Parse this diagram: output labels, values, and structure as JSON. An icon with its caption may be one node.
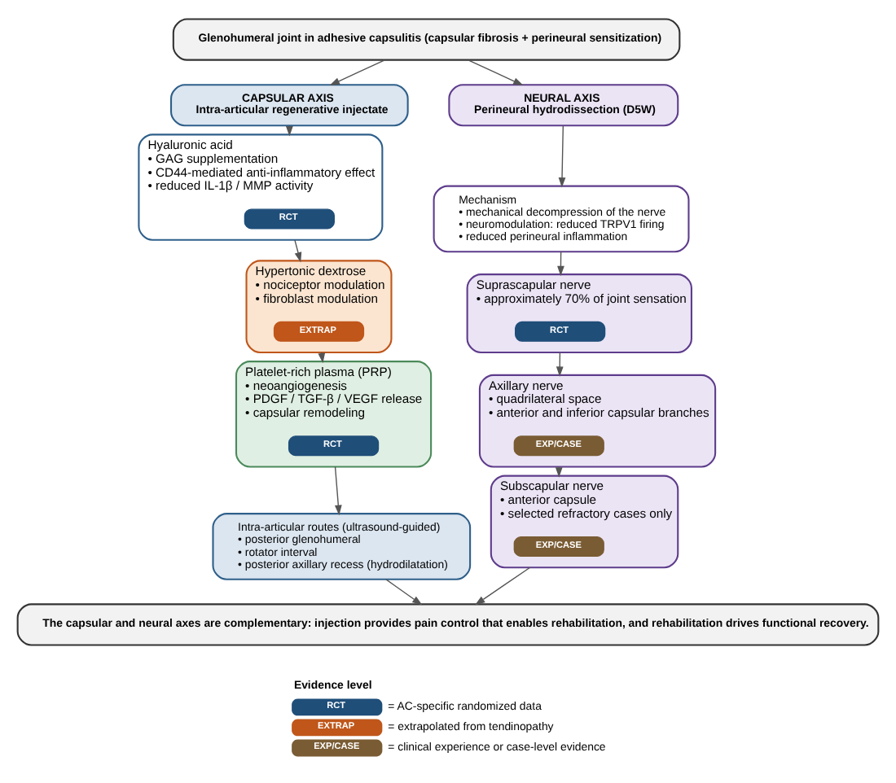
{
  "diagram": {
    "nodes": [
      {
        "text": [
          "Glenohumeral joint in adhesive capsulitis (capsular fibrosis + perineural sensitization)"
        ]
      },
      {
        "text": [
          "CAPSULAR AXIS",
          "Intra-articular regenerative injectate"
        ]
      },
      {
        "text": [
          "Hyaluronic acid",
          "• GAG supplementation",
          "• CD44-mediated anti-inflammatory effect",
          "• reduced IL-1β / MMP activity"
        ]
      },
      {
        "text": [
          "RCT"
        ],
        "in": 2
      },
      {
        "text": [
          "Hypertonic dextrose",
          "• nociceptor modulation",
          "• fibroblast modulation"
        ]
      },
      {
        "text": [
          "EXTRAP"
        ],
        "in": 4
      },
      {
        "text": [
          "Platelet-rich plasma (PRP)",
          "• neoangiogenesis",
          "• PDGF / TGF-β / VEGF release",
          "• capsular remodeling"
        ]
      },
      {
        "text": [
          "RCT"
        ],
        "in": 6
      },
      {
        "text": [
          "Intra-articular routes (ultrasound-guided)",
          "• posterior glenohumeral",
          "• rotator interval",
          "• posterior axillary recess (hydrodilatation)"
        ]
      },
      {
        "text": [
          "NEURAL AXIS",
          "Perineural hydrodissection (D5W)"
        ]
      },
      {
        "text": [
          "Mechanism",
          "• mechanical decompression of the nerve",
          "• neuromodulation: reduced TRPV1 firing",
          "• reduced perineural inflammation"
        ]
      },
      {
        "text": [
          "Suprascapular nerve",
          "• approximately 70% of joint sensation"
        ]
      },
      {
        "text": [
          "RCT"
        ],
        "in": 11
      },
      {
        "text": [
          "Axillary nerve",
          "• quadrilateral space",
          "• anterior and inferior capsular branches"
        ]
      },
      {
        "text": [
          "EXP/CASE"
        ],
        "in": 13
      },
      {
        "text": [
          "Subscapular nerve",
          "• anterior capsule",
          "• selected refractory cases only"
        ]
      },
      {
        "text": [
          "EXP/CASE"
        ],
        "in": 15
      },
      {
        "text": [
          "The capsular and neural axes are complementary: injection provides pain control that enables rehabilitation, and rehabilitation drives functional recovery."
        ]
      }
    ],
    "edges": [
      {
        "from": 0,
        "to": 1,
        "arrow": "to"
      },
      {
        "from": 0,
        "to": 9,
        "arrow": "to"
      },
      {
        "from": 1,
        "to": 2,
        "arrow": "to"
      },
      {
        "from": 2,
        "to": 4,
        "arrow": "to"
      },
      {
        "from": 4,
        "to": 6,
        "arrow": "to"
      },
      {
        "from": 6,
        "to": 8,
        "arrow": "to"
      },
      {
        "from": 9,
        "to": 10,
        "arrow": "to"
      },
      {
        "from": 10,
        "to": 11,
        "arrow": "to"
      },
      {
        "from": 11,
        "to": 13,
        "arrow": "to"
      },
      {
        "from": 13,
        "to": 15,
        "arrow": "to"
      },
      {
        "from": 8,
        "to": 17,
        "arrow": "to"
      },
      {
        "from": 15,
        "to": 17,
        "arrow": "to"
      }
    ],
    "labels": [
      "Evidence level",
      "RCT",
      "EXTRAP",
      "EXP/CASE"
    ],
    "legend": [
      {
        "text": "= AC-specific randomized data",
        "color": "#1f4e79"
      },
      {
        "text": "= extrapolated from tendinopathy",
        "color": "#c0561a"
      },
      {
        "text": "= clinical experience or case-level evidence",
        "color": "#7a5c34"
      }
    ]
  }
}
